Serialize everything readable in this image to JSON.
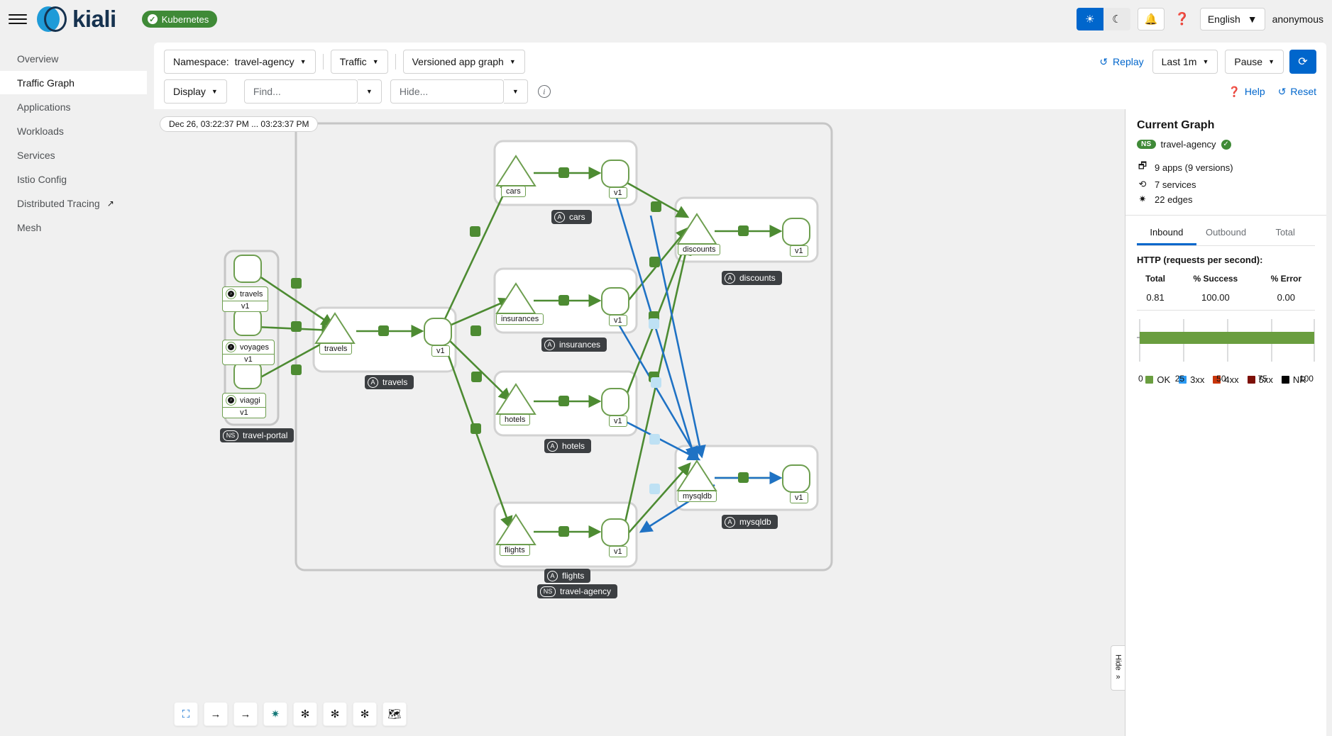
{
  "masthead": {
    "hamburger_name": "menu-toggle",
    "brand": "kiali",
    "cluster_badge": "Kubernetes",
    "theme_light": "sun-icon",
    "theme_dark": "moon-icon",
    "bell": "bell-icon",
    "help": "help-icon",
    "language": "English",
    "user": "anonymous"
  },
  "sidebar": {
    "items": [
      {
        "label": "Overview",
        "active": false,
        "external": false
      },
      {
        "label": "Traffic Graph",
        "active": true,
        "external": false
      },
      {
        "label": "Applications",
        "active": false,
        "external": false
      },
      {
        "label": "Workloads",
        "active": false,
        "external": false
      },
      {
        "label": "Services",
        "active": false,
        "external": false
      },
      {
        "label": "Istio Config",
        "active": false,
        "external": false
      },
      {
        "label": "Distributed Tracing",
        "active": false,
        "external": true
      },
      {
        "label": "Mesh",
        "active": false,
        "external": false
      }
    ]
  },
  "toolbar": {
    "namespace_label": "Namespace:",
    "namespace_value": "travel-agency",
    "traffic_label": "Traffic",
    "graph_type": "Versioned app graph",
    "replay": "Replay",
    "time_range": "Last 1m",
    "refresh_mode": "Pause",
    "refresh_icon": "refresh-icon",
    "display": "Display",
    "find_placeholder": "Find...",
    "hide_placeholder": "Hide...",
    "help": "Help",
    "reset": "Reset"
  },
  "graph": {
    "time_chip": "Dec 26, 03:22:37 PM ... 03:23:37 PM",
    "version_label": "v1",
    "namespace_badges": [
      {
        "kind": "NS",
        "label": "travel-portal"
      },
      {
        "kind": "NS",
        "label": "travel-agency"
      }
    ],
    "app_badges": [
      {
        "kind": "A",
        "label": "cars"
      },
      {
        "kind": "A",
        "label": "discounts"
      },
      {
        "kind": "A",
        "label": "insurances"
      },
      {
        "kind": "A",
        "label": "travels"
      },
      {
        "kind": "A",
        "label": "hotels"
      },
      {
        "kind": "A",
        "label": "mysqldb"
      },
      {
        "kind": "A",
        "label": "flights"
      }
    ],
    "service_nodes": [
      "cars",
      "discounts",
      "insurances",
      "travels",
      "hotels",
      "flights",
      "mysqldb"
    ],
    "portal_apps": [
      "travels",
      "voyages",
      "viaggi"
    ],
    "toolbar_buttons": [
      {
        "name": "fit-to-screen-icon",
        "glyph": "⛶",
        "active": true
      },
      {
        "name": "arrow-right-icon",
        "glyph": "→",
        "active": false
      },
      {
        "name": "arrow-right-alt-icon",
        "glyph": "→",
        "active": false
      },
      {
        "name": "layout-dagre-icon",
        "glyph": "✷",
        "active": true
      },
      {
        "name": "layout-grid-icon",
        "glyph": "✻",
        "active": false
      },
      {
        "name": "layout-concentric-icon",
        "glyph": "✻",
        "active": false
      },
      {
        "name": "layout-breadthfirst-icon",
        "glyph": "✻",
        "active": false
      },
      {
        "name": "legend-map-icon",
        "glyph": "🗺",
        "active": false
      }
    ]
  },
  "side_panel": {
    "title": "Current Graph",
    "ns_pill": "NS",
    "ns_name": "travel-agency",
    "stats": [
      {
        "icon": "apps-icon",
        "text": "9 apps (9 versions)"
      },
      {
        "icon": "services-icon",
        "text": "7 services"
      },
      {
        "icon": "edges-icon",
        "text": "22 edges"
      }
    ],
    "tabs": [
      {
        "label": "Inbound",
        "active": true
      },
      {
        "label": "Outbound",
        "active": false
      },
      {
        "label": "Total",
        "active": false
      }
    ],
    "http_title": "HTTP (requests per second):",
    "hide_handle": "Hide"
  },
  "chart_data": {
    "type": "bar",
    "title": "HTTP (requests per second):",
    "orientation": "horizontal",
    "categories": [
      "OK"
    ],
    "values": [
      100
    ],
    "xlabel": "",
    "ylabel": "",
    "xlim": [
      0,
      100
    ],
    "xticks": [
      0,
      25,
      50,
      75,
      100
    ],
    "grid": true,
    "legend_position": "bottom",
    "legend": [
      {
        "name": "OK",
        "color": "#6a9e3f"
      },
      {
        "name": "3xx",
        "color": "#2b9af3"
      },
      {
        "name": "4xx",
        "color": "#c9350b"
      },
      {
        "name": "5xx",
        "color": "#7d1007"
      },
      {
        "name": "NR",
        "color": "#030303"
      }
    ],
    "table": {
      "headers": [
        "Total",
        "% Success",
        "% Error"
      ],
      "rows": [
        [
          "0.81",
          "100.00",
          "0.00"
        ]
      ]
    }
  }
}
